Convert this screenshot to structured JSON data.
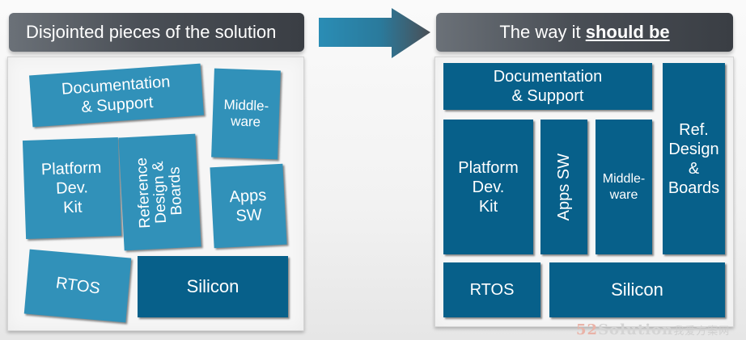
{
  "left": {
    "title": "Disjointed pieces of the solution",
    "blocks": {
      "documentation": "Documentation\n& Support",
      "middleware": "Middle-\nware",
      "platform": "Platform\nDev.\nKit",
      "reference": "Reference\nDesign &\nBoards",
      "apps": "Apps\nSW",
      "rtos": "RTOS",
      "silicon": "Silicon"
    }
  },
  "right": {
    "title_prefix": "The way it ",
    "title_emphasis": "should be",
    "blocks": {
      "documentation": "Documentation\n& Support",
      "platform": "Platform\nDev.\nKit",
      "apps": "Apps SW",
      "middleware": "Middle-\nware",
      "ref": "Ref.\nDesign\n&\nBoards",
      "rtos": "RTOS",
      "silicon": "Silicon"
    }
  },
  "colors": {
    "loose_block": "#3191b9",
    "tidy_block": "#07608a",
    "header": "#4a4f56"
  },
  "watermark": {
    "num": "52",
    "text": "Solution",
    "cn": "我爱方案网"
  }
}
